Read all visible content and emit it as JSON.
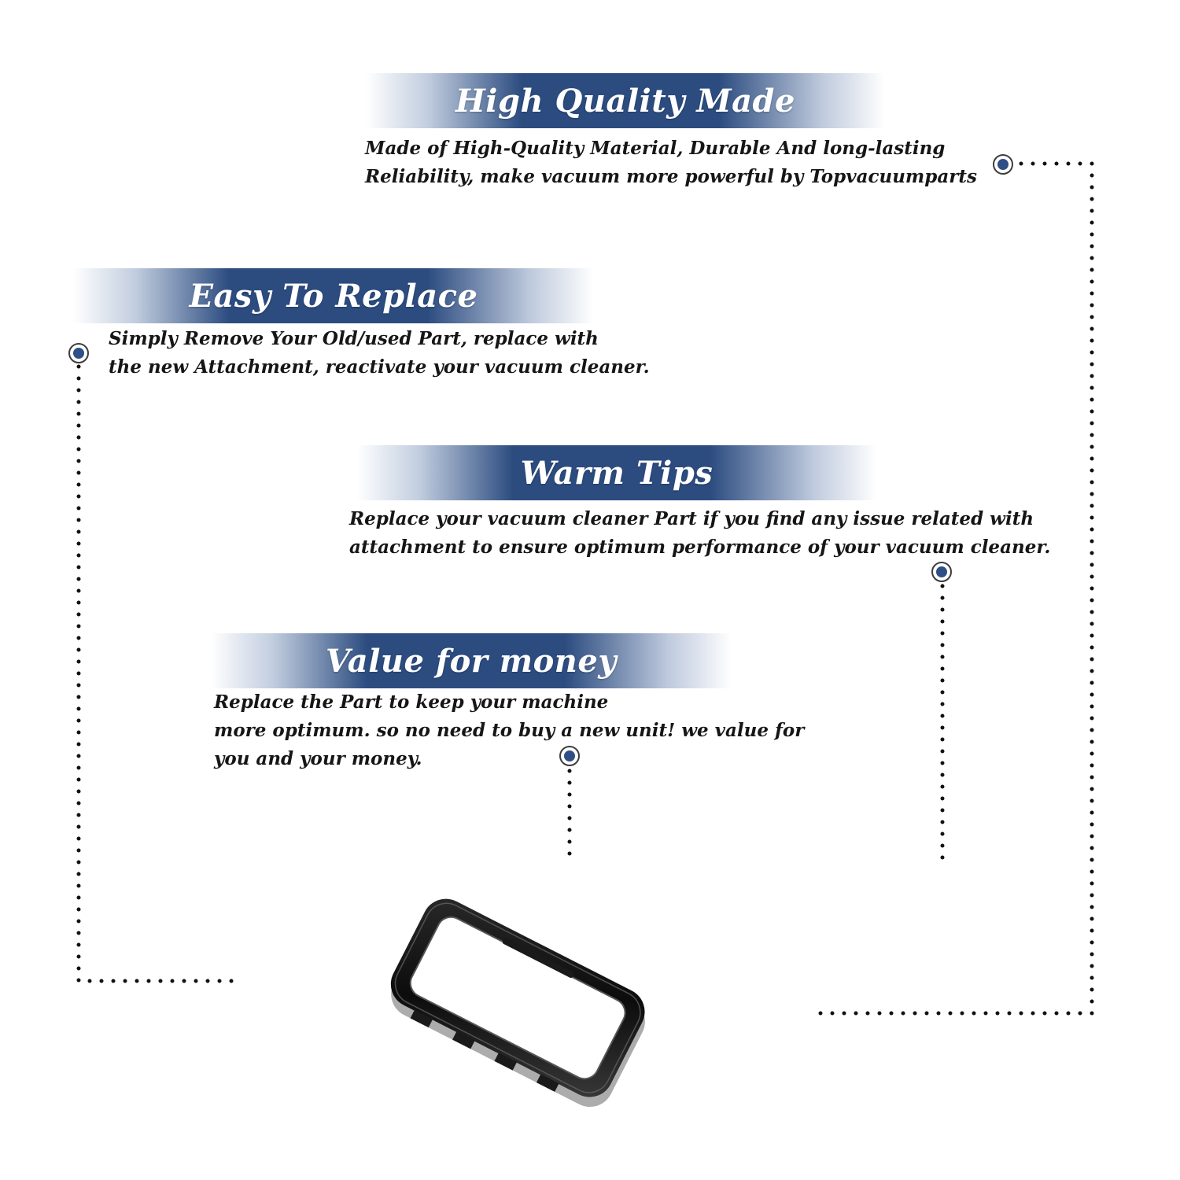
{
  "sections": [
    {
      "title": "High Quality Made",
      "lines": [
        "Made of  High-Quality Material, Durable And long-lasting",
        "Reliability, make vacuum more powerful by Topvacuumparts"
      ]
    },
    {
      "title": "Easy To Replace",
      "lines": [
        "Simply Remove Your Old/used Part, replace with",
        "the new Attachment, reactivate your vacuum cleaner."
      ]
    },
    {
      "title": "Warm Tips",
      "lines": [
        "Replace your vacuum cleaner Part if you find any issue related with",
        " attachment to ensure optimum performance of your vacuum cleaner."
      ]
    },
    {
      "title": "Value for money",
      "lines": [
        "Replace the Part to keep your machine",
        "more optimum. so no need to buy a new unit! we value for",
        "you and your money."
      ]
    }
  ],
  "colors": {
    "banner": "#2c4c80",
    "marker": "#2f4f86",
    "dots": "#111111",
    "text": "#161616"
  },
  "product": {
    "icon": "vacuum-filter-frame-icon"
  }
}
